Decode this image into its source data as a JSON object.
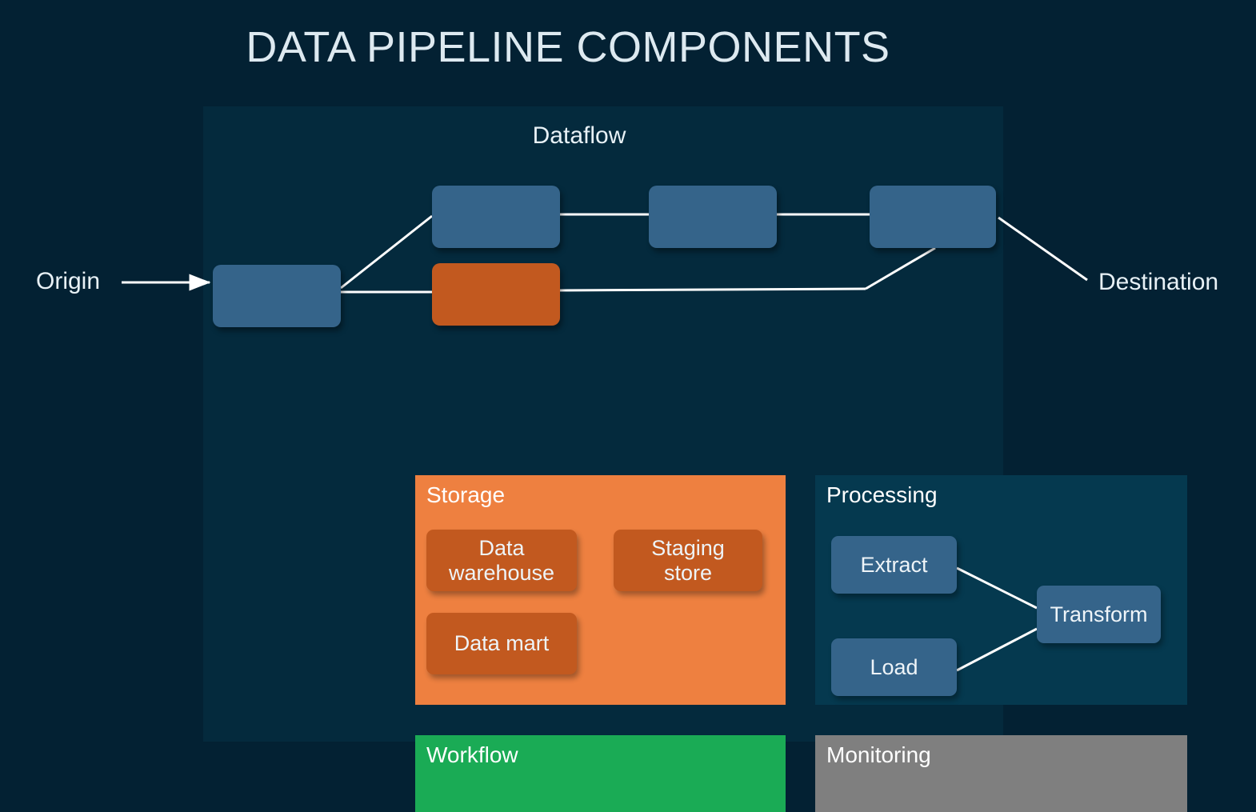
{
  "page": {
    "title": "DATA PIPELINE COMPONENTS",
    "background": "#032133"
  },
  "colors": {
    "page_background": "#032133",
    "container_background": "#042a3d",
    "node_blue": "#35648a",
    "node_orange": "#c2591f",
    "storage_panel": "#ee8040",
    "processing_panel": "#05394f",
    "workflow_panel": "#1aab55",
    "monitoring_panel": "#7f7f7f",
    "connector_line": "#ffffff",
    "text_light": "#e8f1f6"
  },
  "dataflow": {
    "title": "Dataflow",
    "origin_label": "Origin",
    "destination_label": "Destination",
    "nodes": [
      {
        "id": "source",
        "label": "",
        "color": "blue"
      },
      {
        "id": "stage-a",
        "label": "",
        "color": "blue"
      },
      {
        "id": "stage-b",
        "label": "",
        "color": "orange"
      },
      {
        "id": "stage-c",
        "label": "",
        "color": "blue"
      },
      {
        "id": "sink",
        "label": "",
        "color": "blue"
      }
    ]
  },
  "sections": {
    "storage": {
      "title": "Storage",
      "items": [
        {
          "label": "Data\nwarehouse"
        },
        {
          "label": "Staging\nstore"
        },
        {
          "label": "Data mart"
        }
      ]
    },
    "processing": {
      "title": "Processing",
      "items": [
        {
          "label": "Extract"
        },
        {
          "label": "Load"
        },
        {
          "label": "Transform"
        }
      ]
    },
    "workflow": {
      "title": "Workflow"
    },
    "monitoring": {
      "title": "Monitoring"
    }
  }
}
